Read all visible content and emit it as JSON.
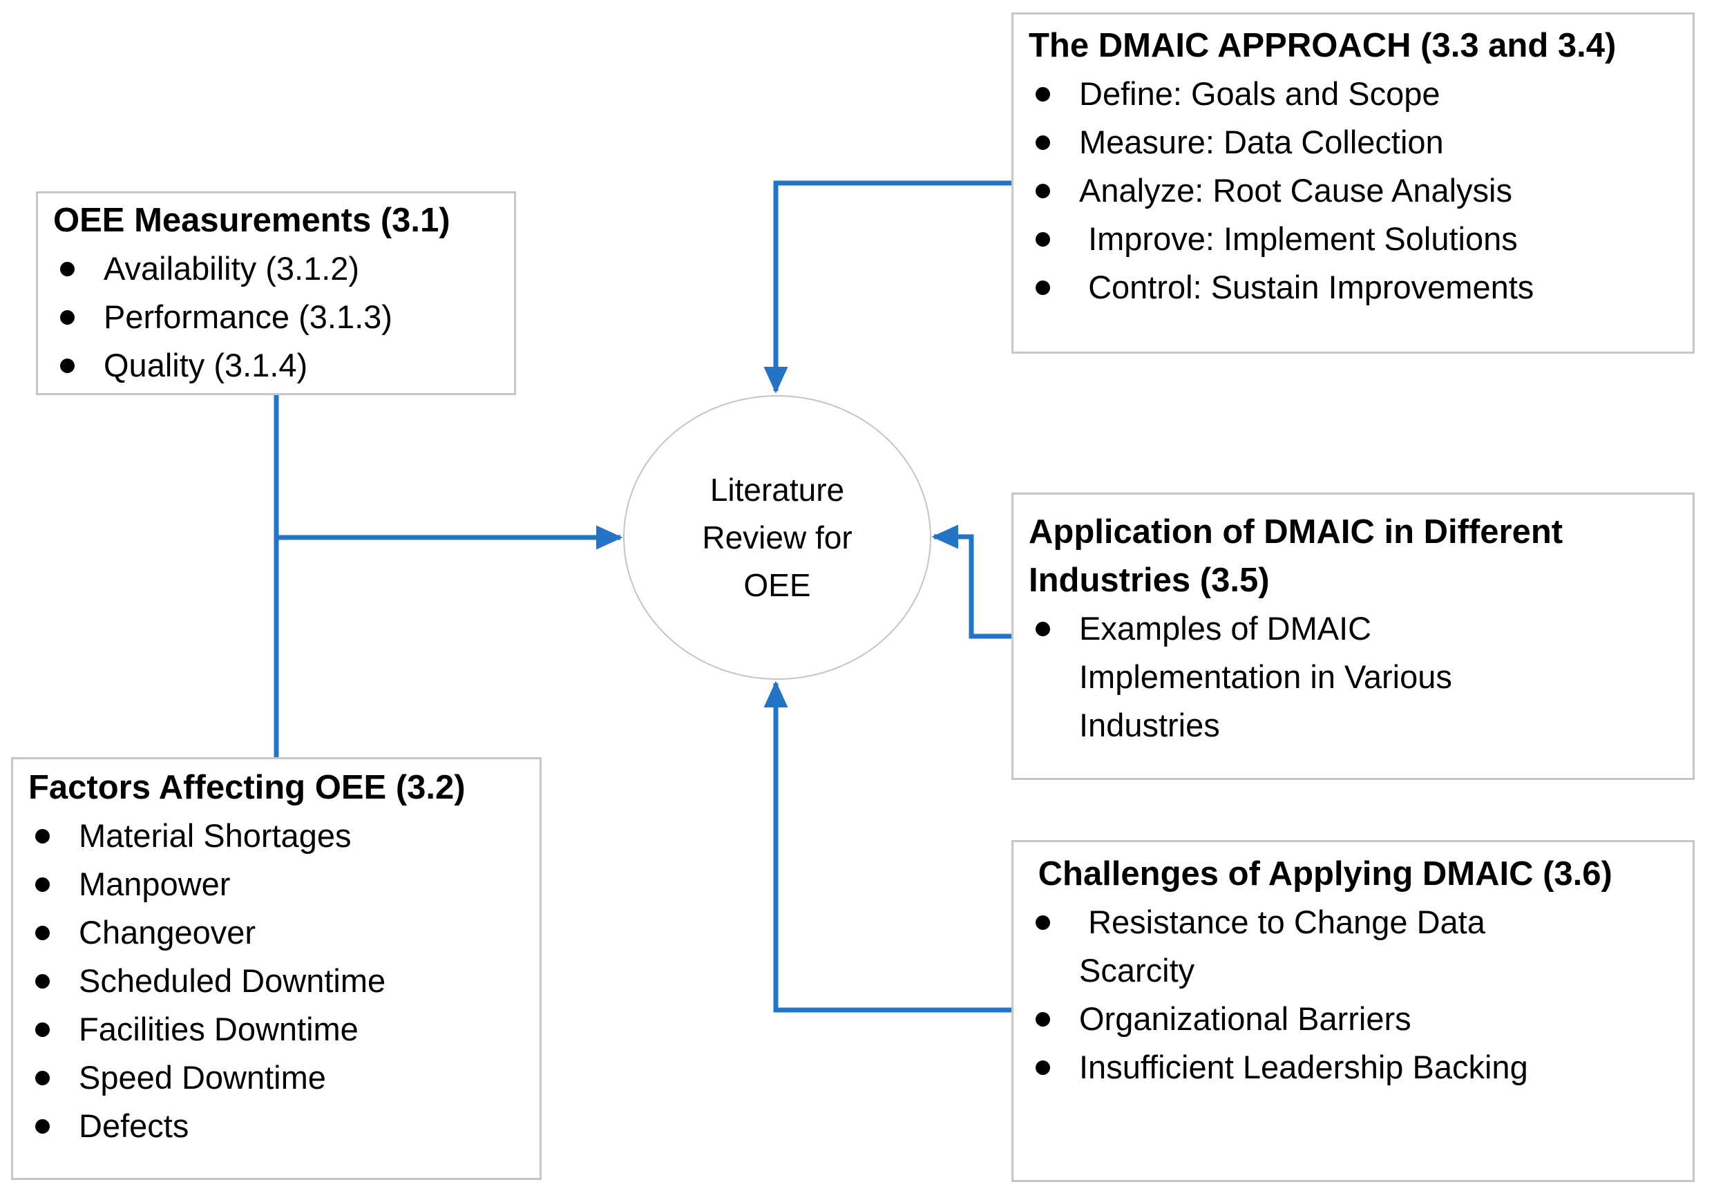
{
  "colors": {
    "connector": "#2374C6",
    "box_border": "#C6C6C6",
    "text": "#000000",
    "background": "#FFFFFF"
  },
  "center": {
    "label": "Literature\nReview for\nOEE"
  },
  "boxes": {
    "oee_measurements": {
      "title": "OEE Measurements (3.1)",
      "items": [
        "Availability (3.1.2)",
        "Performance (3.1.3)",
        "Quality (3.1.4)"
      ]
    },
    "factors_affecting_oee": {
      "title": "Factors Affecting OEE (3.2)",
      "items": [
        "Material Shortages",
        "Manpower",
        "Changeover",
        "Scheduled Downtime",
        "Facilities Downtime",
        "Speed Downtime",
        "Defects"
      ]
    },
    "dmaic_approach": {
      "title": "The DMAIC APPROACH (3.3 and 3.4)",
      "items": [
        "Define: Goals and Scope",
        "Measure: Data Collection",
        "Analyze: Root Cause Analysis",
        " Improve: Implement Solutions",
        " Control: Sustain Improvements"
      ]
    },
    "application_of_dmaic": {
      "title": "Application of DMAIC in Different\nIndustries (3.5)",
      "items": [
        "Examples of DMAIC\nImplementation in Various\nIndustries"
      ]
    },
    "challenges_of_dmaic": {
      "title": " Challenges of Applying DMAIC (3.6)",
      "items": [
        " Resistance to Change Data\nScarcity",
        "Organizational Barriers",
        "Insufficient Leadership Backing"
      ]
    }
  }
}
